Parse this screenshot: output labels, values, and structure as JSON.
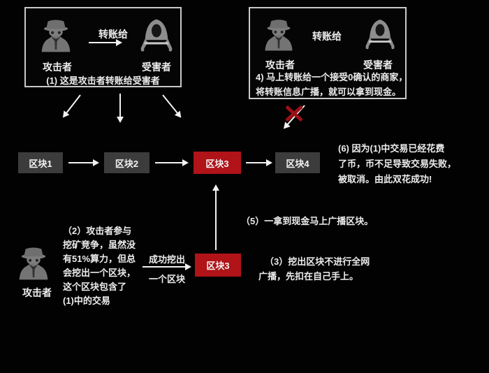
{
  "colors": {
    "background": "#020202",
    "box_border": "#c9c9c9",
    "block_gray": "#3c3c3c",
    "block_red": "#b01318",
    "cross_red": "#9c1016",
    "text": "#ededed",
    "icon_gray": "#757575"
  },
  "scene1": {
    "transfer_label": "转账给",
    "attacker_label": "攻击者",
    "victim_label": "受害者",
    "caption": "(1)  这是攻击者转账给受害者"
  },
  "scene4": {
    "transfer_label": "转账给",
    "attacker_label": "攻击者",
    "victim_label": "受害者",
    "caption_lines": [
      "4) 马上转账给一个接受0确认的商家，",
      "将转账信息广播，就可以拿到现金。"
    ]
  },
  "chain": {
    "blocks": [
      {
        "label": "区块1",
        "type": "gray"
      },
      {
        "label": "区块2",
        "type": "gray"
      },
      {
        "label": "区块3",
        "type": "red"
      },
      {
        "label": "区块4",
        "type": "gray"
      }
    ]
  },
  "mining": {
    "arrow_top_label": "成功挖出",
    "arrow_bottom_label": "一个区块",
    "mined_block_label": "区块3",
    "miner_label": "攻击者"
  },
  "notes": {
    "note2": [
      "（2）攻击者参与",
      "挖矿竞争，虽然没",
      "有51%算力，但总",
      "会挖出一个区块，",
      "这个区块包含了",
      "(1)中的交易"
    ],
    "note3": [
      "（3）挖出区块不进行全网",
      "广播，先扣在自己手上。"
    ],
    "note5": "（5）一拿到现金马上广播区块。",
    "note6": [
      "(6)  因为(1)中交易已经花费",
      "了币，币不足导致交易失败，",
      "被取消。由此双花成功!"
    ]
  }
}
